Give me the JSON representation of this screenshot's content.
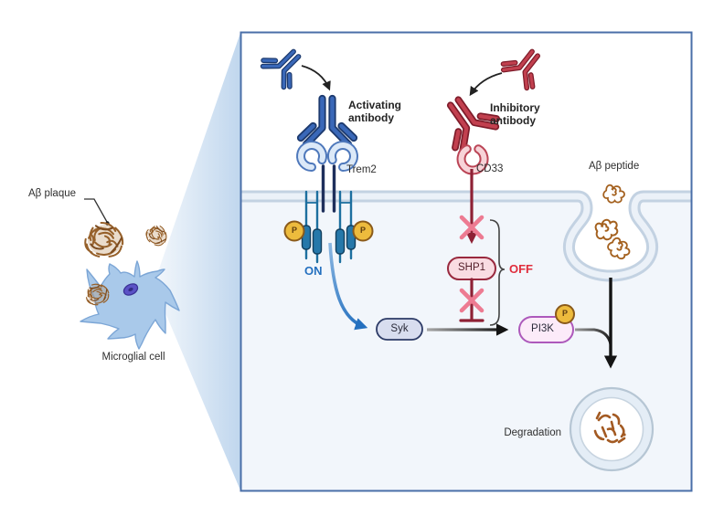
{
  "figure": {
    "type": "signaling-pathway-diagram",
    "labels": {
      "ab_plaque": "Aβ plaque",
      "microglial_cell": "Microglial cell",
      "activating_antibody": "Activating antibody",
      "trem2": "Trem2",
      "inhibitory_antibody": "Inhibitory antibody",
      "cd33": "CD33",
      "ab_peptide": "Aβ peptide",
      "on": "ON",
      "off": "OFF",
      "syk": "Syk",
      "shp1": "SHP1",
      "pi3k": "PI3K",
      "phospho": "P",
      "degradation": "Degradation"
    },
    "colors": {
      "activating_antibody_blue": "#3a68b8",
      "inhibitory_antibody_red": "#c2404f",
      "on_text": "#2470bf",
      "off_text": "#e02d3c",
      "membrane": "#c3d2e2",
      "cytoplasm": "#f2f6fb",
      "phospho_yellow": "#edbb3d",
      "syk_fill": "#d8ddef",
      "shp1_fill": "#f9dce2",
      "pi3k_fill": "#fcebf9",
      "pi3k_border": "#ad59bb",
      "inhibition_x_pink": "#ed7b92",
      "maroon_line": "#8e2135",
      "abeta_brown": "#a4611f",
      "plaque_brown": "#96602a",
      "microglia_fill": "#a9c9ea",
      "panel_border": "#4a6fa8"
    }
  }
}
